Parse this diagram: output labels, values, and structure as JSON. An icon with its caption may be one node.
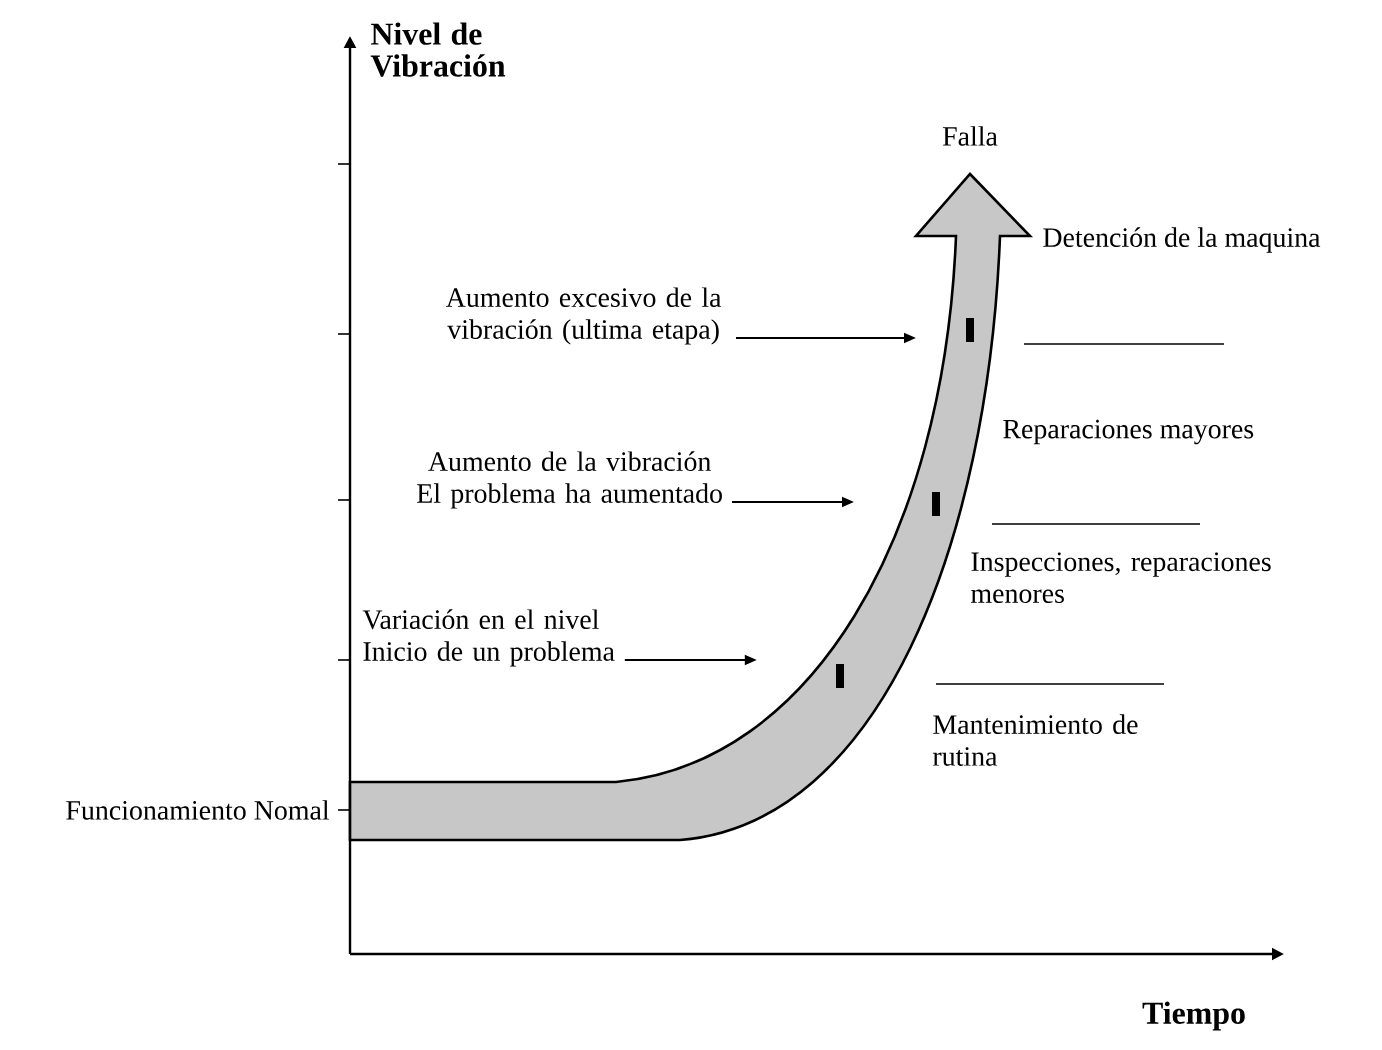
{
  "diagram": {
    "nodes": [
      {
        "text": [
          "Aumento excesivo de la vibración (ultima etapa)"
        ]
      },
      {
        "text": [
          "Aumento de la vibración El problema ha aumentado"
        ]
      },
      {
        "text": [
          "Variación en el nivel Inicio de un problema"
        ]
      }
    ],
    "edges": [
      {
        "from": 0,
        "to": null,
        "arrow": "to"
      },
      {
        "from": 1,
        "to": null,
        "arrow": "to"
      },
      {
        "from": 2,
        "to": null,
        "arrow": "to"
      }
    ],
    "labels": [
      "Nivel de Vibración",
      "Falla",
      "Detención de la maquina",
      "Reparaciones mayores",
      "Inspecciones, reparaciones menores",
      "Mantenimiento de rutina",
      "Funcionamiento Nomal",
      "Tiempo"
    ]
  }
}
